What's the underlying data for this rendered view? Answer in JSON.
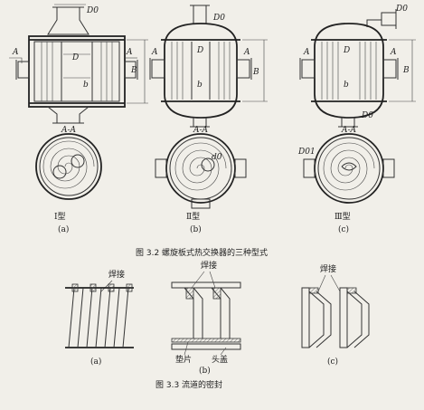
{
  "figure_3_2": {
    "caption": "图 3.2    螺旋板式热交换器的三种型式",
    "panels": [
      {
        "id": "a",
        "type_label": "Ⅰ型",
        "sub_label": "(a)",
        "section_label": "A-A",
        "dims": {
          "d_top": "D0",
          "d_main": "D",
          "height": "B",
          "inner": "b",
          "section_mark": "A"
        }
      },
      {
        "id": "b",
        "type_label": "Ⅱ型",
        "sub_label": "(b)",
        "section_label": "A-A",
        "dims": {
          "d_top": "D0",
          "d_main": "D",
          "height": "B",
          "inner": "b",
          "center": "d0",
          "section_mark": "A"
        }
      },
      {
        "id": "c",
        "type_label": "Ⅲ型",
        "sub_label": "(c)",
        "section_label": "A-A",
        "dims": {
          "d_top": "D0",
          "d_side": "D0",
          "d_main": "D",
          "height": "B",
          "inner": "b",
          "side_nozzle": "D01",
          "section_mark": "A"
        }
      }
    ]
  },
  "figure_3_3": {
    "caption": "图 3.3    流道的密封",
    "panels": [
      {
        "id": "a",
        "sub_label": "(a)",
        "weld_label": "焊接"
      },
      {
        "id": "b",
        "sub_label": "(b)",
        "weld_label": "焊接",
        "gasket_label": "垫片",
        "head_label": "头盖"
      },
      {
        "id": "c",
        "sub_label": "(c)",
        "weld_label": "焊接"
      }
    ]
  },
  "colors": {
    "background": "#f1efe9",
    "line": "#333333"
  }
}
